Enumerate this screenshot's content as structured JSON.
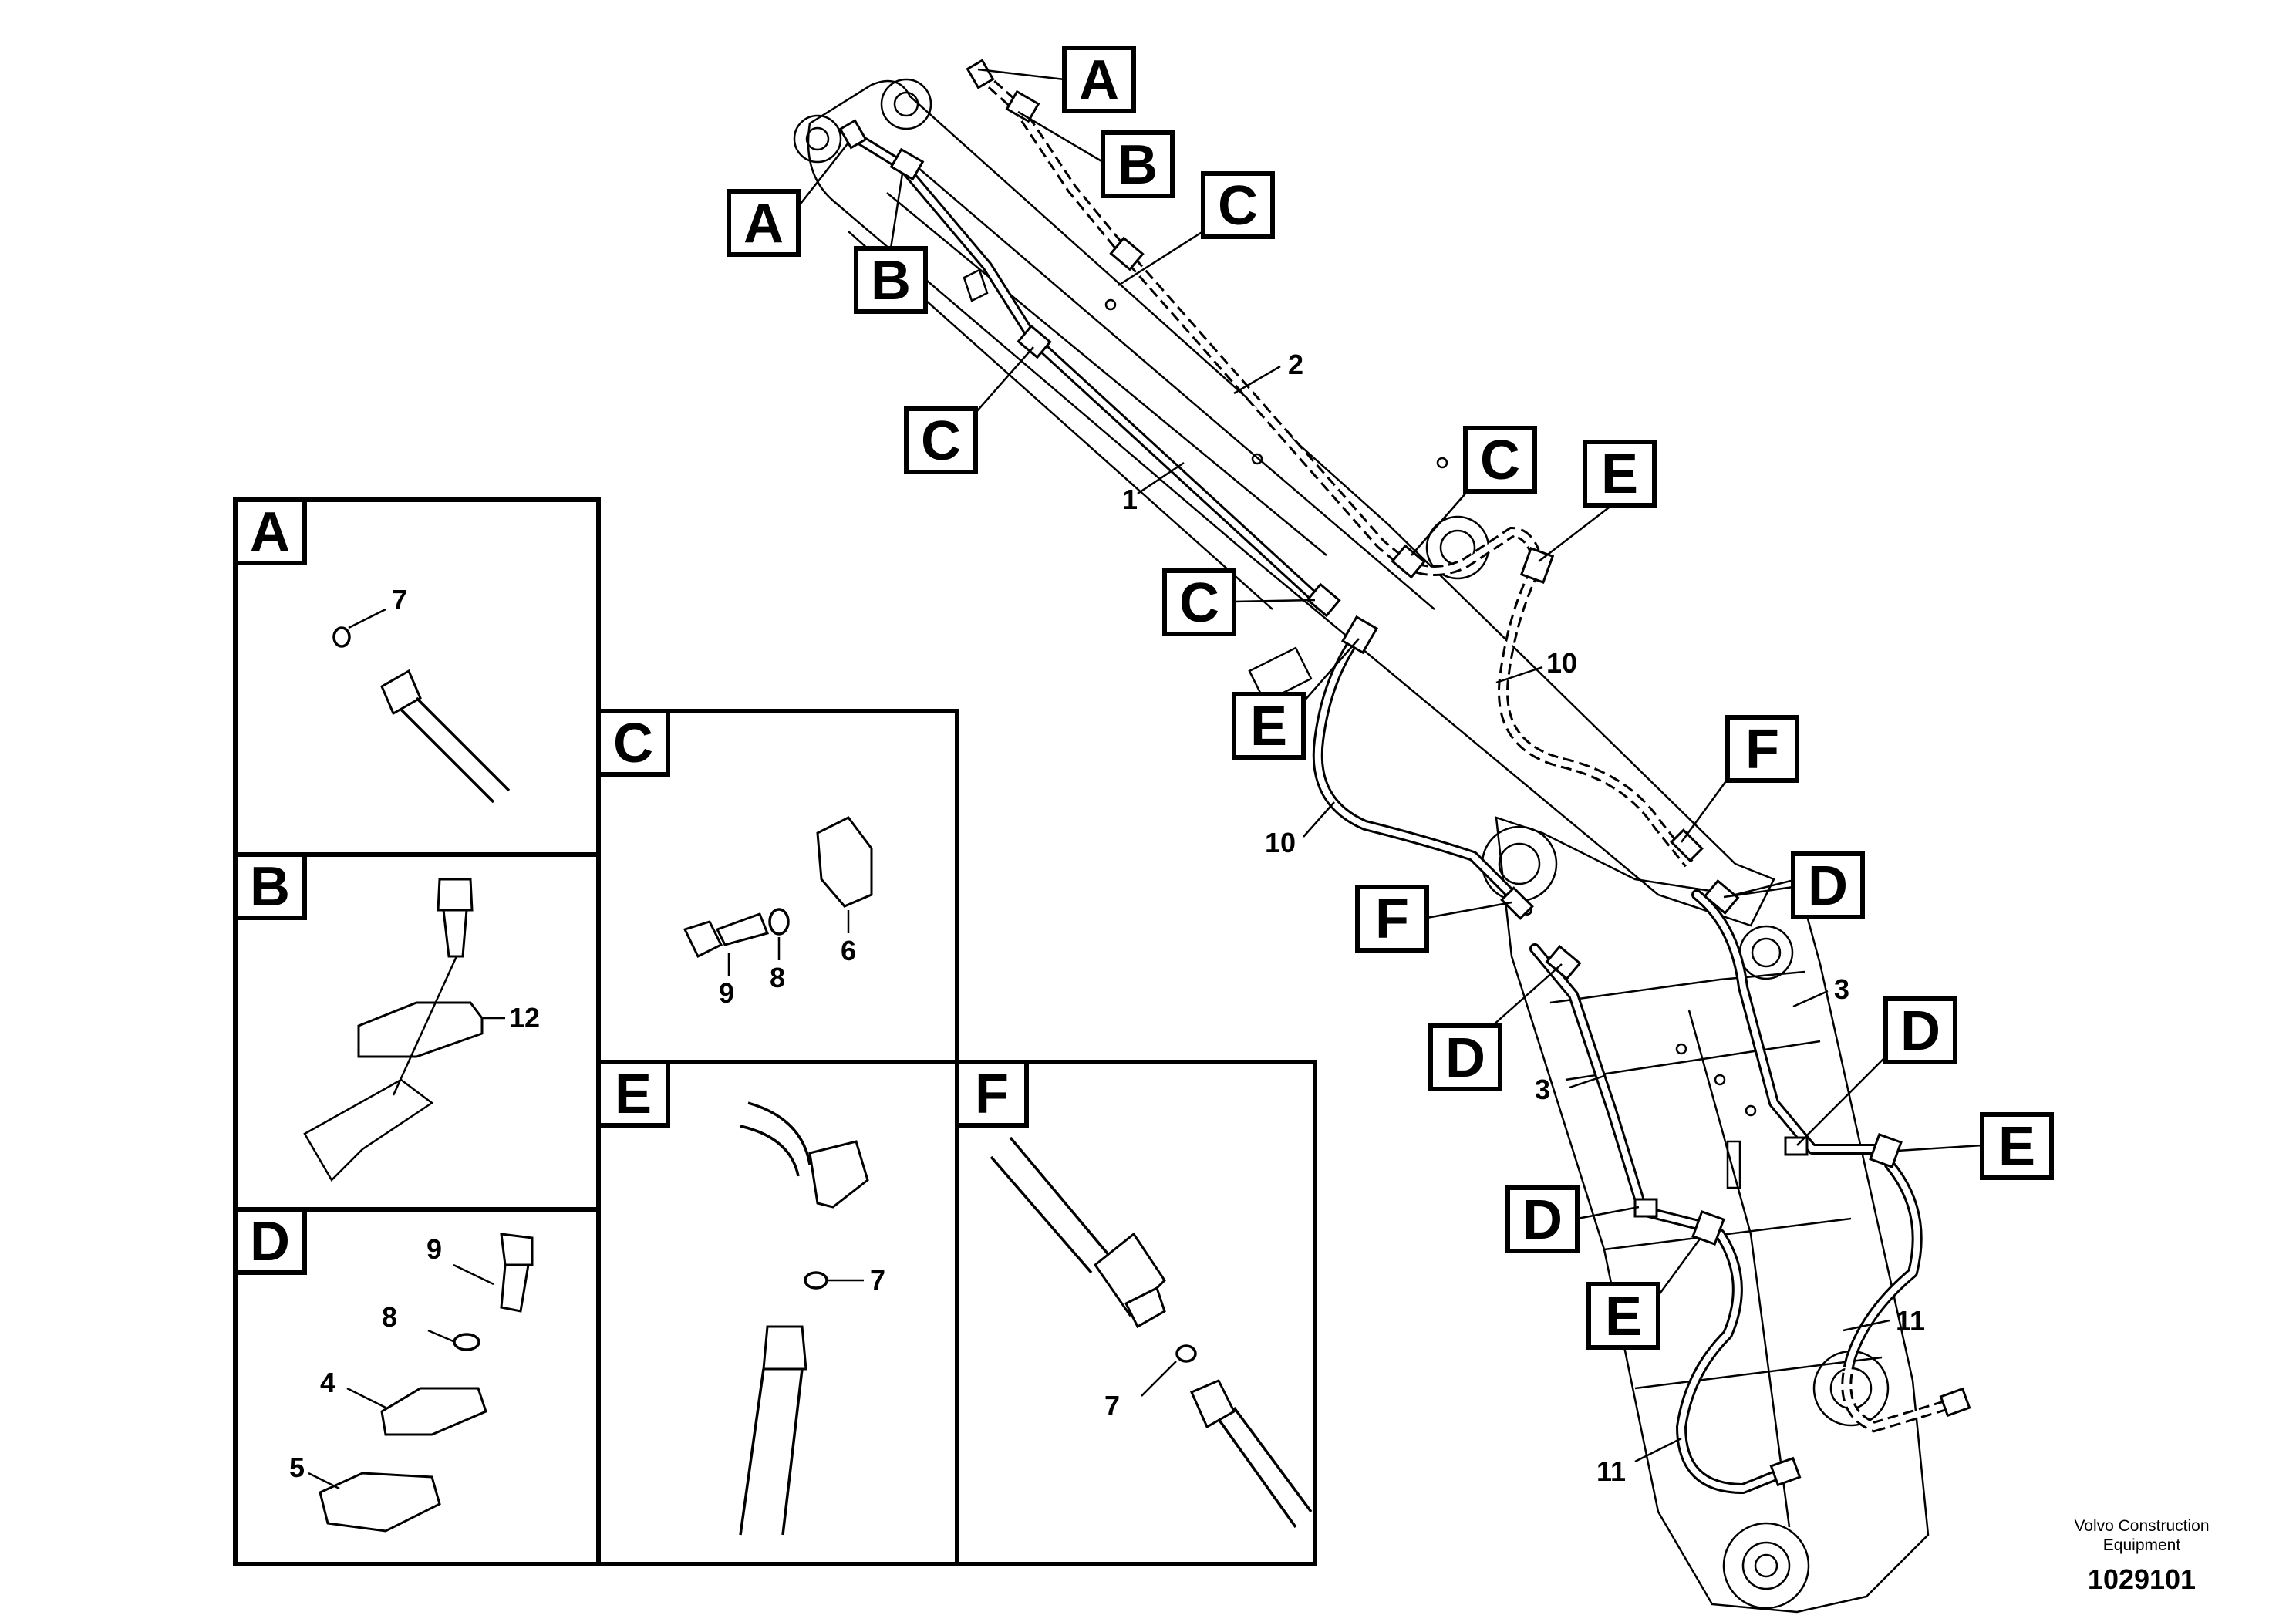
{
  "callouts": {
    "A": "A",
    "B": "B",
    "C": "C",
    "D": "D",
    "E": "E",
    "F": "F"
  },
  "parts": {
    "p1": "1",
    "p2": "2",
    "p3": "3",
    "p4": "4",
    "p5": "5",
    "p6": "6",
    "p7": "7",
    "p8": "8",
    "p9": "9",
    "p10": "10",
    "p11": "11",
    "p12": "12"
  },
  "footer": {
    "credit_line1": "Volvo Construction",
    "credit_line2": "Equipment",
    "drawing_number": "1029101"
  }
}
